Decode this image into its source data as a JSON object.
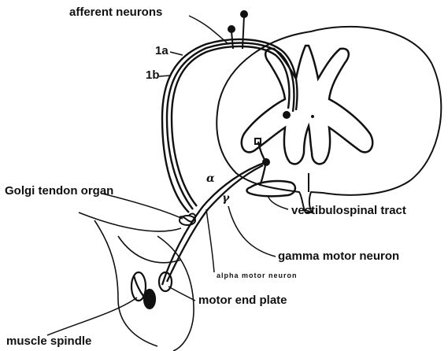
{
  "labels": {
    "afferent_neurons": "afferent neurons",
    "fiber_1a": "1a",
    "fiber_1b": "1b",
    "golgi_tendon_organ": "Golgi tendon organ",
    "vestibulospinal_tract": "vestibulospinal tract",
    "gamma_motor_neuron": "gamma motor neuron",
    "alpha_motor_neuron": "alpha motor neuron",
    "motor_end_plate": "motor end plate",
    "muscle_spindle": "muscle spindle",
    "alpha_symbol": "α",
    "gamma_symbol": "γ"
  },
  "colors": {
    "ink": "#111111",
    "background": "#ffffff"
  }
}
